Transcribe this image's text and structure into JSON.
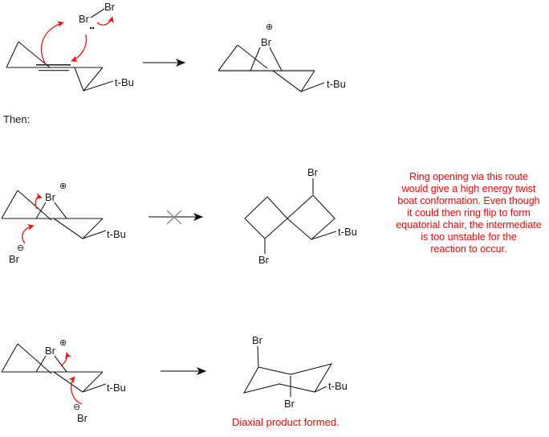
{
  "palette": {
    "red_text": "#ff0000",
    "red_arrow": "#ee1111",
    "structure_black": "#1a1a1a",
    "reaction_arrow_gray": "#808080"
  },
  "then_label": "Then:",
  "step1": {
    "br2_top": "Br",
    "br2_attacking": "Br",
    "lone_pair": "··",
    "alkene_tbu": "t-Bu",
    "product": {
      "charge": "⊕",
      "br": "Br",
      "tbu": "t-Bu"
    }
  },
  "step2": {
    "intermediate": {
      "charge": "⊕",
      "br": "Br",
      "tbu": "t-Bu",
      "nucleophile_charge": "⊖",
      "nucleophile_br": "Br"
    },
    "product": {
      "br_top": "Br",
      "br_bottom": "Br",
      "tbu": "t-Bu"
    },
    "note_lines": [
      "Ring opening via this route",
      "would give a high energy twist",
      "boat conformation. Even though",
      "it could then ring flip to form",
      "equatorial chair, the intermediate",
      "is too unstable for the",
      "reaction to occur."
    ]
  },
  "step3": {
    "intermediate": {
      "charge": "⊕",
      "br": "Br",
      "tbu": "t-Bu",
      "nucleophile_charge": "⊖",
      "nucleophile_br": "Br"
    },
    "product": {
      "br_top": "Br",
      "br_bottom": "Br",
      "tbu": "t-Bu"
    },
    "caption": "Diaxial product formed."
  }
}
